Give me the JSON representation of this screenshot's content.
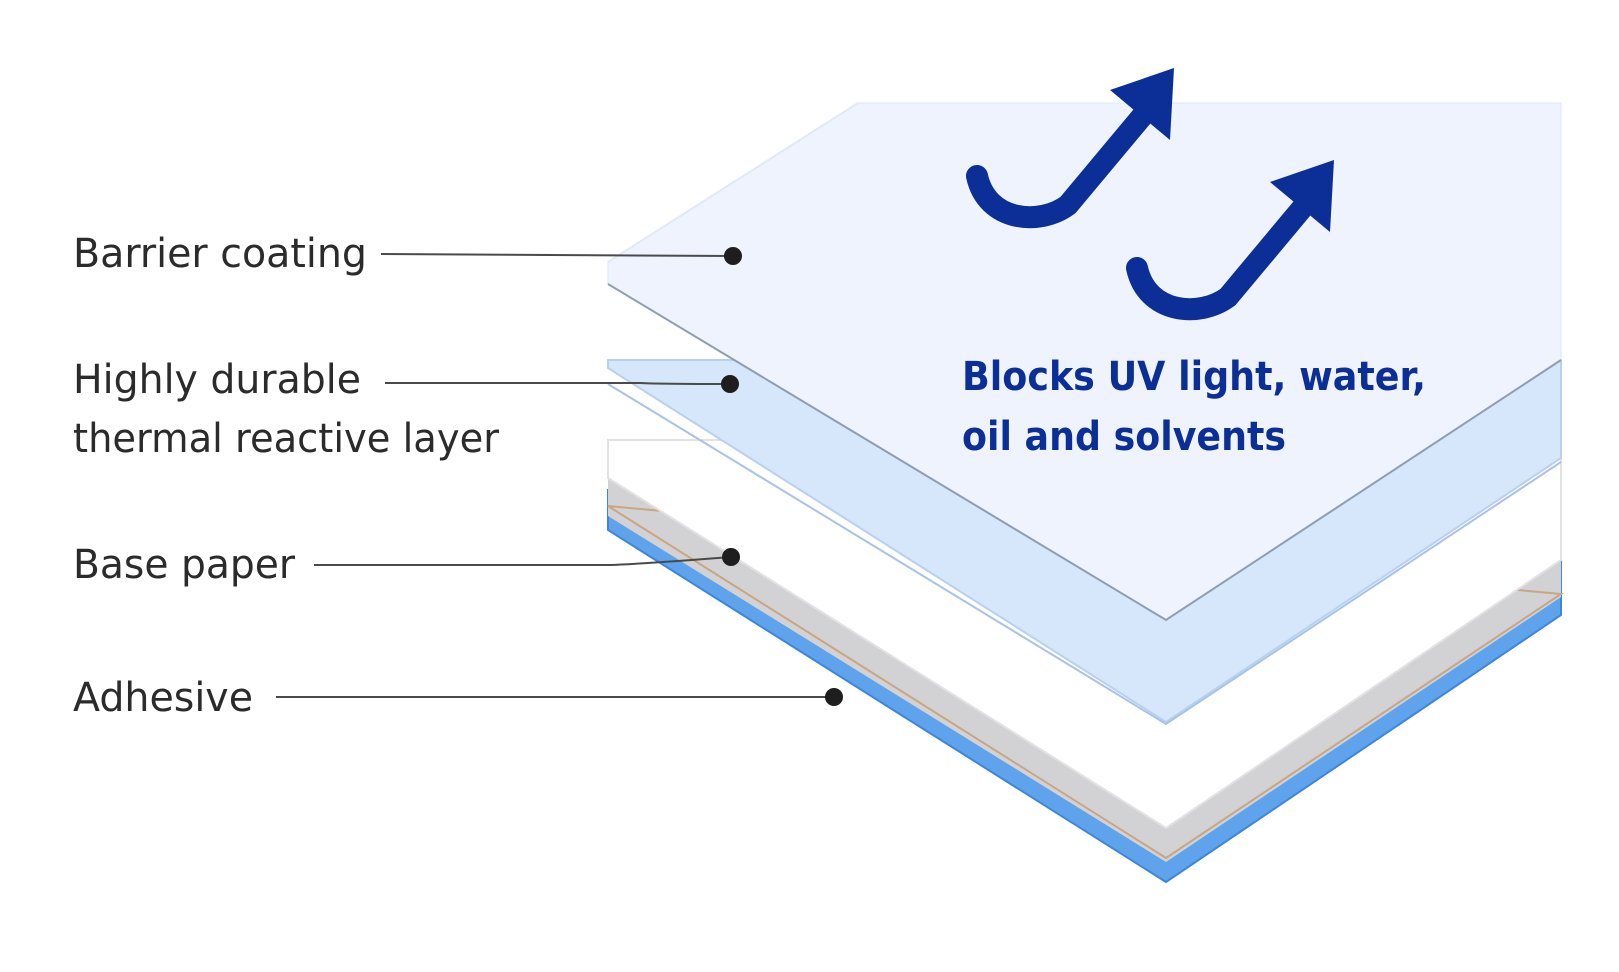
{
  "labels": {
    "barrier": "Barrier coating",
    "thermal_line1": "Highly durable",
    "thermal_line2": "thermal reactive layer",
    "base": "Base paper",
    "adhesive": "Adhesive"
  },
  "callout": {
    "line1": "Blocks UV light, water,",
    "line2": "oil and solvents"
  },
  "icons": [
    "deflect-arrow-icon",
    "deflect-arrow-icon"
  ],
  "colors": {
    "accent": "#0b2f96",
    "barrier_layer": "#eef4ff",
    "thermal_layer": "#d3e4fb",
    "base_paper": "#ffffff",
    "adhesive": "#4f97e6",
    "label_text": "#2b2b2b"
  }
}
